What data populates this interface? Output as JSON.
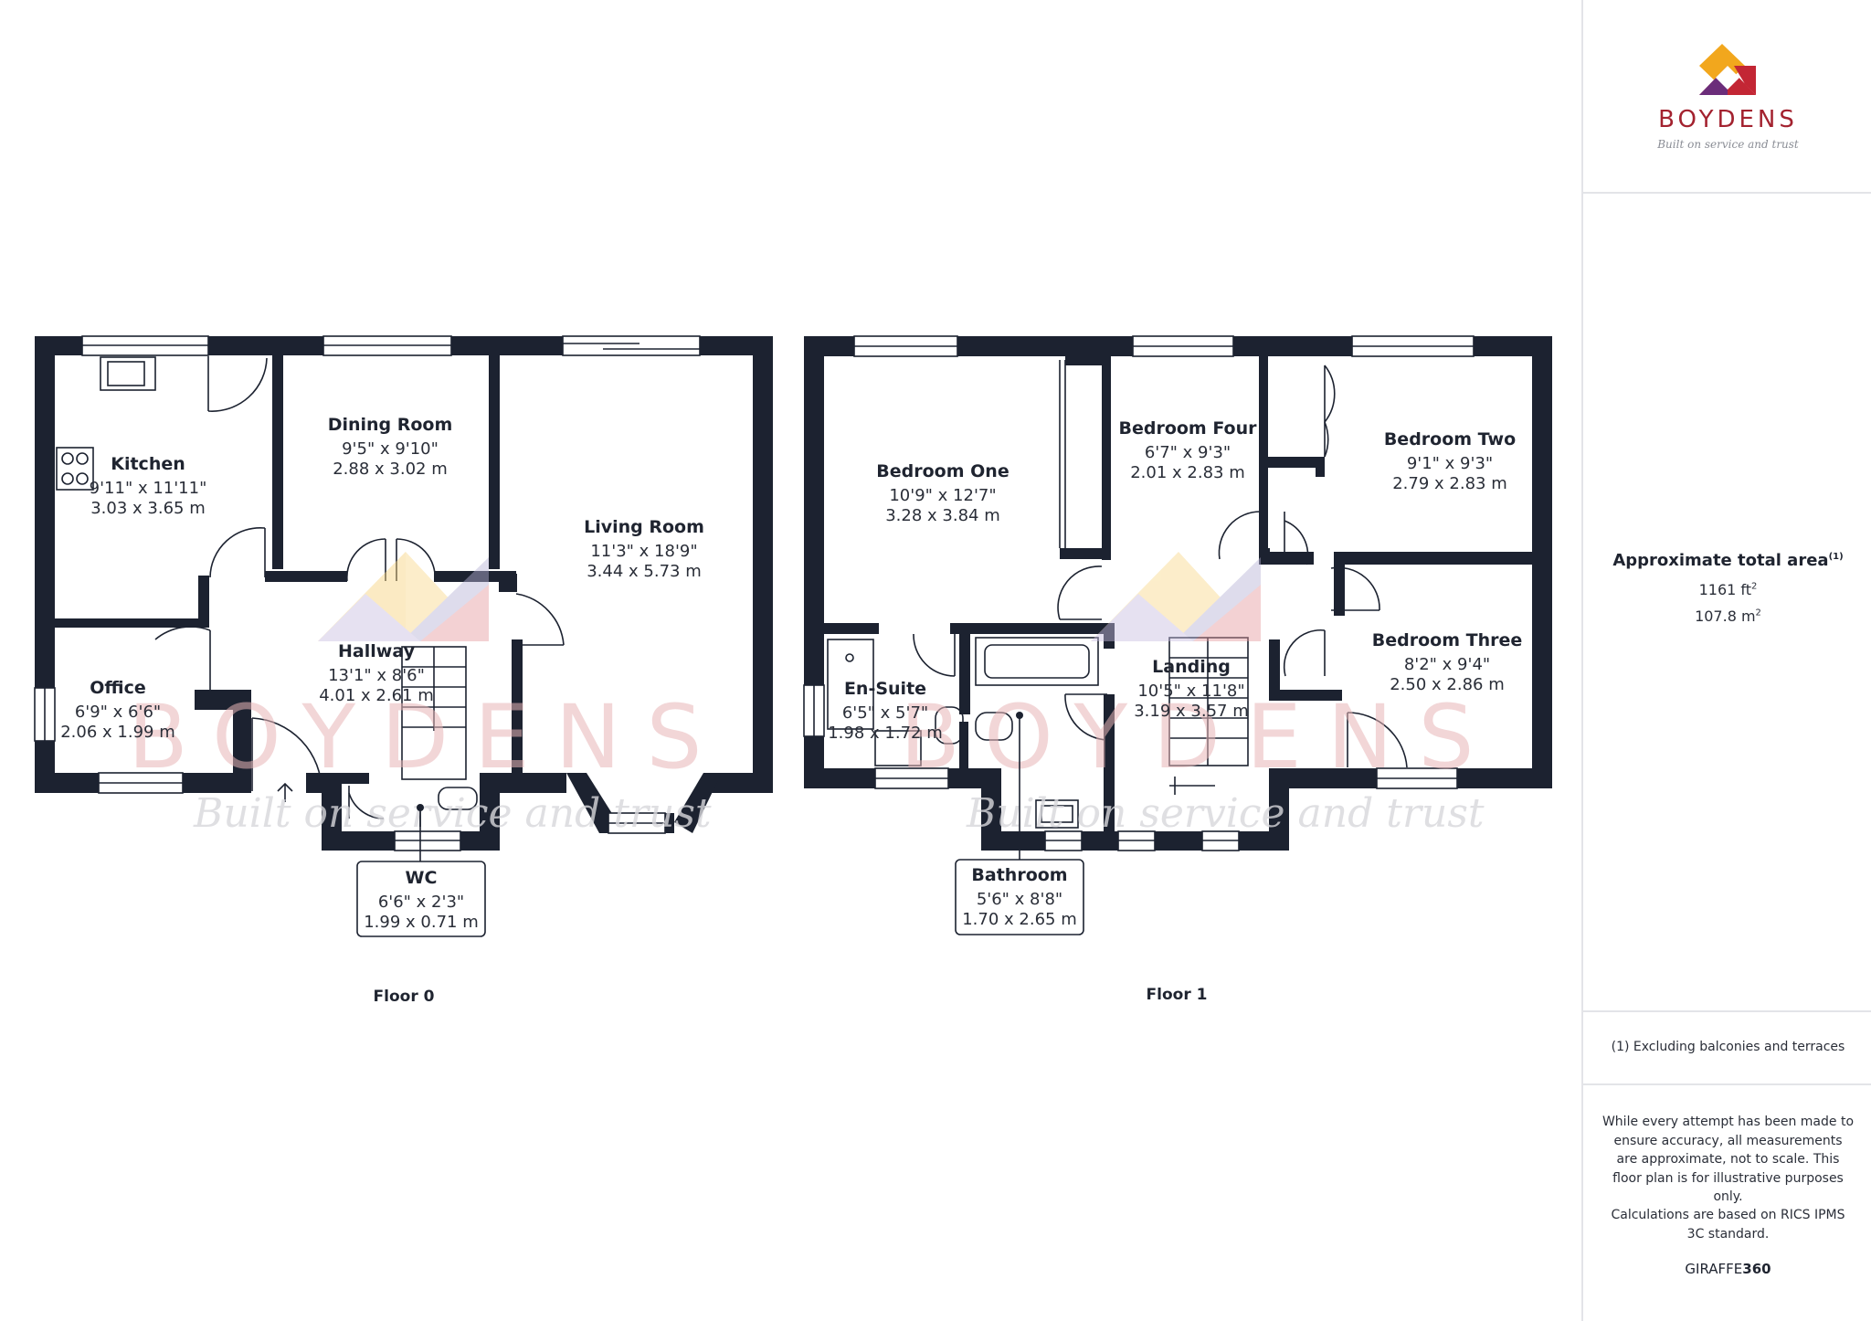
{
  "brand": {
    "name": "BOYDENS",
    "tagline": "Built on service and trust",
    "colors": {
      "orange": "#f2a71d",
      "purple": "#6b2d7a",
      "red": "#c32634"
    }
  },
  "watermark": {
    "name": "BOYDENS",
    "tagline": "Built on service and trust"
  },
  "floors": [
    {
      "label": "Floor 0"
    },
    {
      "label": "Floor 1"
    }
  ],
  "rooms": {
    "kitchen": {
      "name": "Kitchen",
      "imperial": "9'11\" x 11'11\"",
      "metric": "3.03 x 3.65 m"
    },
    "dining": {
      "name": "Dining Room",
      "imperial": "9'5\" x 9'10\"",
      "metric": "2.88 x 3.02 m"
    },
    "living": {
      "name": "Living Room",
      "imperial": "11'3\" x 18'9\"",
      "metric": "3.44 x 5.73 m"
    },
    "hallway": {
      "name": "Hallway",
      "imperial": "13'1\" x 8'6\"",
      "metric": "4.01 x 2.61 m"
    },
    "office": {
      "name": "Office",
      "imperial": "6'9\" x 6'6\"",
      "metric": "2.06 x 1.99 m"
    },
    "wc": {
      "name": "WC",
      "imperial": "6'6\" x 2'3\"",
      "metric": "1.99 x 0.71 m"
    },
    "bed1": {
      "name": "Bedroom One",
      "imperial": "10'9\" x 12'7\"",
      "metric": "3.28 x 3.84 m"
    },
    "bed4": {
      "name": "Bedroom Four",
      "imperial": "6'7\" x 9'3\"",
      "metric": "2.01 x 2.83 m"
    },
    "bed2": {
      "name": "Bedroom Two",
      "imperial": "9'1\" x 9'3\"",
      "metric": "2.79 x 2.83 m"
    },
    "bed3": {
      "name": "Bedroom Three",
      "imperial": "8'2\" x 9'4\"",
      "metric": "2.50 x 2.86 m"
    },
    "ensuite": {
      "name": "En-Suite",
      "imperial": "6'5\" x 5'7\"",
      "metric": "1.98 x 1.72 m"
    },
    "landing": {
      "name": "Landing",
      "imperial": "10'5\" x 11'8\"",
      "metric": "3.19 x 3.57 m"
    },
    "bathroom": {
      "name": "Bathroom",
      "imperial": "5'6\" x 8'8\"",
      "metric": "1.70 x 2.65 m"
    }
  },
  "area": {
    "title": "Approximate total area",
    "title_note": "(1)",
    "sqft": "1161 ft",
    "sqft_unit": "2",
    "sqm": "107.8 m",
    "sqm_unit": "2"
  },
  "footnote": "(1) Excluding balconies and terraces",
  "disclaimer": "While every attempt has been made to ensure accuracy, all measurements are approximate, not to scale. This floor plan is for illustrative purposes only.",
  "calc_note": "Calculations are based on RICS IPMS 3C standard.",
  "credit": {
    "prefix": "GIRAFFE",
    "suffix": "360"
  }
}
